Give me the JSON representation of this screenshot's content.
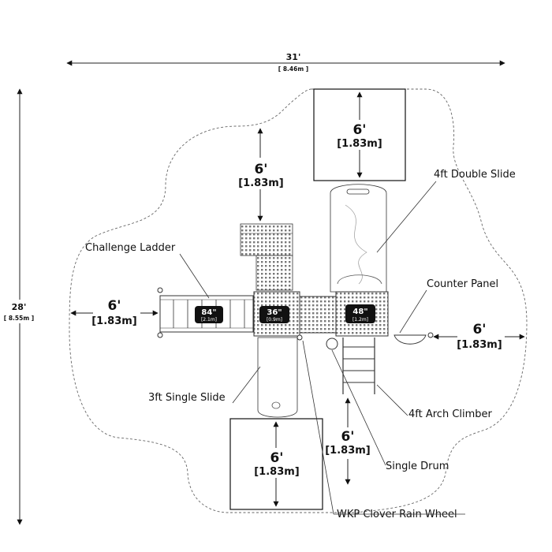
{
  "overall": {
    "width_ft": "31'",
    "width_m": "[ 8.46m ]",
    "depth_ft": "28'",
    "depth_m": "[ 8.55m ]"
  },
  "clearances": {
    "top_left": {
      "ft": "6'",
      "m": "[1.83m]"
    },
    "top_right": {
      "ft": "6'",
      "m": "[1.83m]"
    },
    "left": {
      "ft": "6'",
      "m": "[1.83m]"
    },
    "right": {
      "ft": "6'",
      "m": "[1.83m]"
    },
    "bottom_left": {
      "ft": "6'",
      "m": "[1.83m]"
    },
    "bottom_mid": {
      "ft": "6'",
      "m": "[1.83m]"
    }
  },
  "deck_heights": {
    "ladder": {
      "in": "84\"",
      "m": "[2.1m]"
    },
    "deck36": {
      "in": "36\"",
      "m": "[0.9m]"
    },
    "deck48": {
      "in": "48\"",
      "m": "[1.2m]"
    }
  },
  "callouts": {
    "double_slide": "4ft Double Slide",
    "challenge_ladder": "Challenge Ladder",
    "counter_panel": "Counter Panel",
    "single_slide": "3ft Single Slide",
    "arch_climber": "4ft Arch Climber",
    "single_drum": "Single Drum",
    "rain_wheel": "WKP Clover Rain Wheel"
  }
}
